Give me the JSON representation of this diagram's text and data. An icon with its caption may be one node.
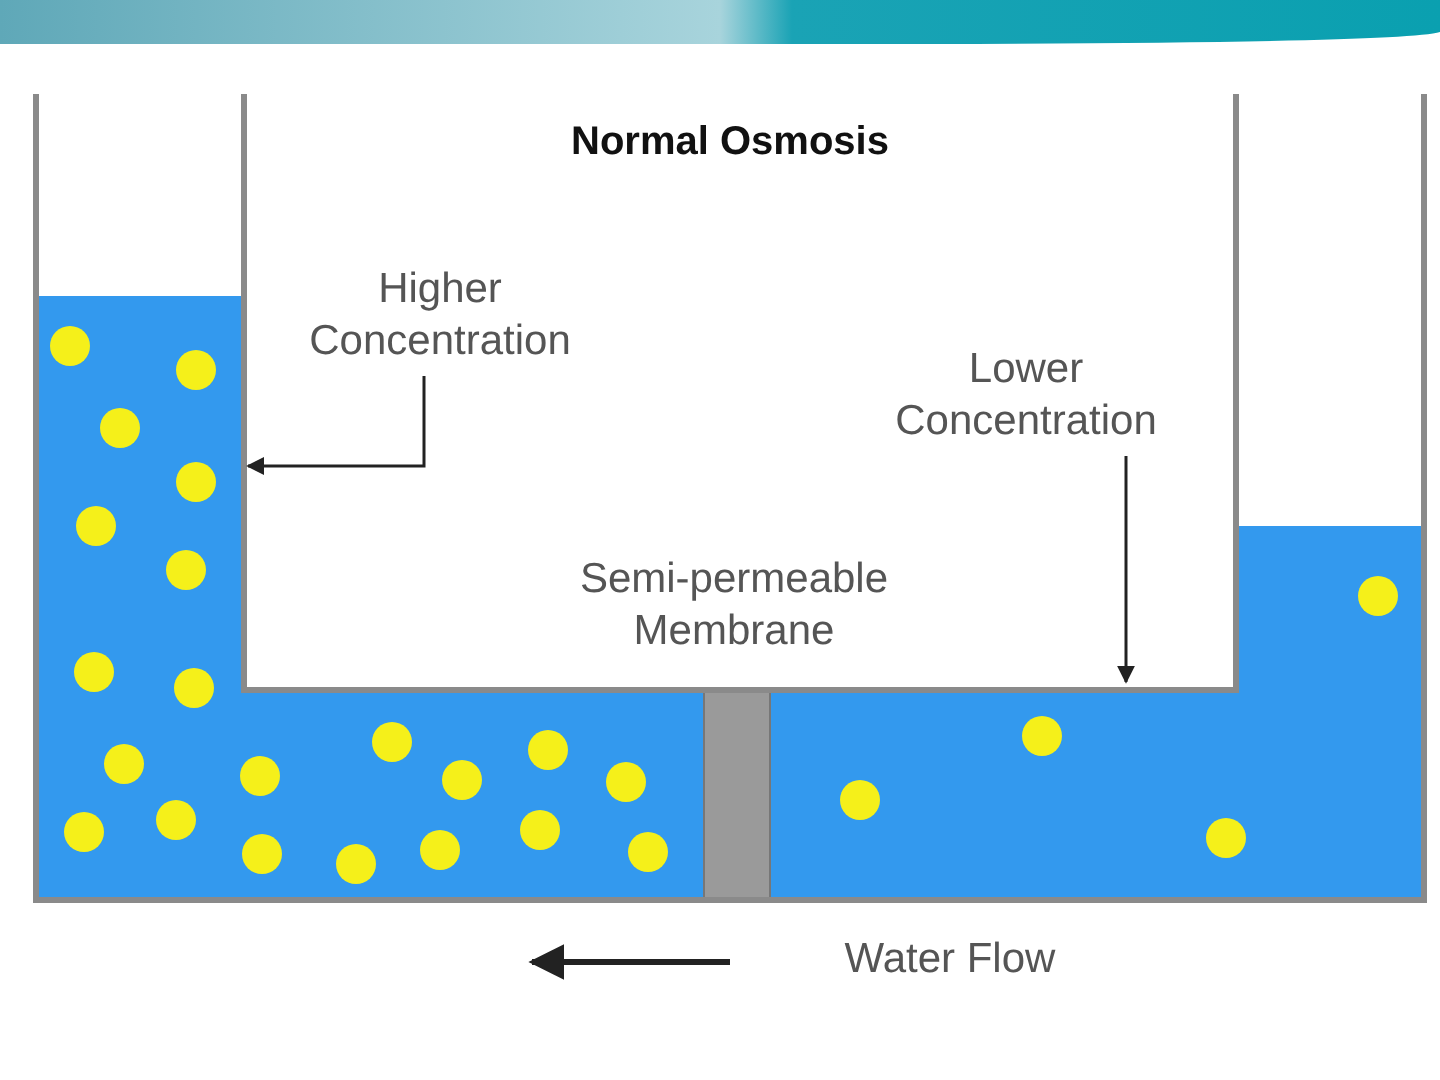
{
  "diagram": {
    "title": "Normal Osmosis",
    "nodes": [
      {
        "text": [
          "Higher Concentration"
        ]
      },
      {
        "text": [],
        "shape": "picture"
      },
      {
        "text": [
          "Lower Concentration"
        ]
      },
      {
        "text": [],
        "shape": "picture"
      }
    ],
    "edges": [
      {
        "from": 0,
        "to": 1,
        "arrow": "to"
      },
      {
        "from": 2,
        "to": 3,
        "arrow": "to"
      }
    ],
    "labels": [
      "Semi-permeable Membrane",
      "Water Flow"
    ]
  }
}
